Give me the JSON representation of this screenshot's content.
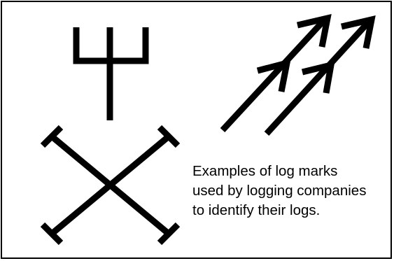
{
  "caption": {
    "line_1": "Examples of log marks",
    "line_2": "used by logging companies",
    "line_3": "to identify their logs."
  },
  "colors": {
    "ink": "#000000",
    "background": "#ffffff"
  },
  "marks": [
    "trident-mark",
    "double-arrow-mark",
    "x-bar-mark"
  ]
}
